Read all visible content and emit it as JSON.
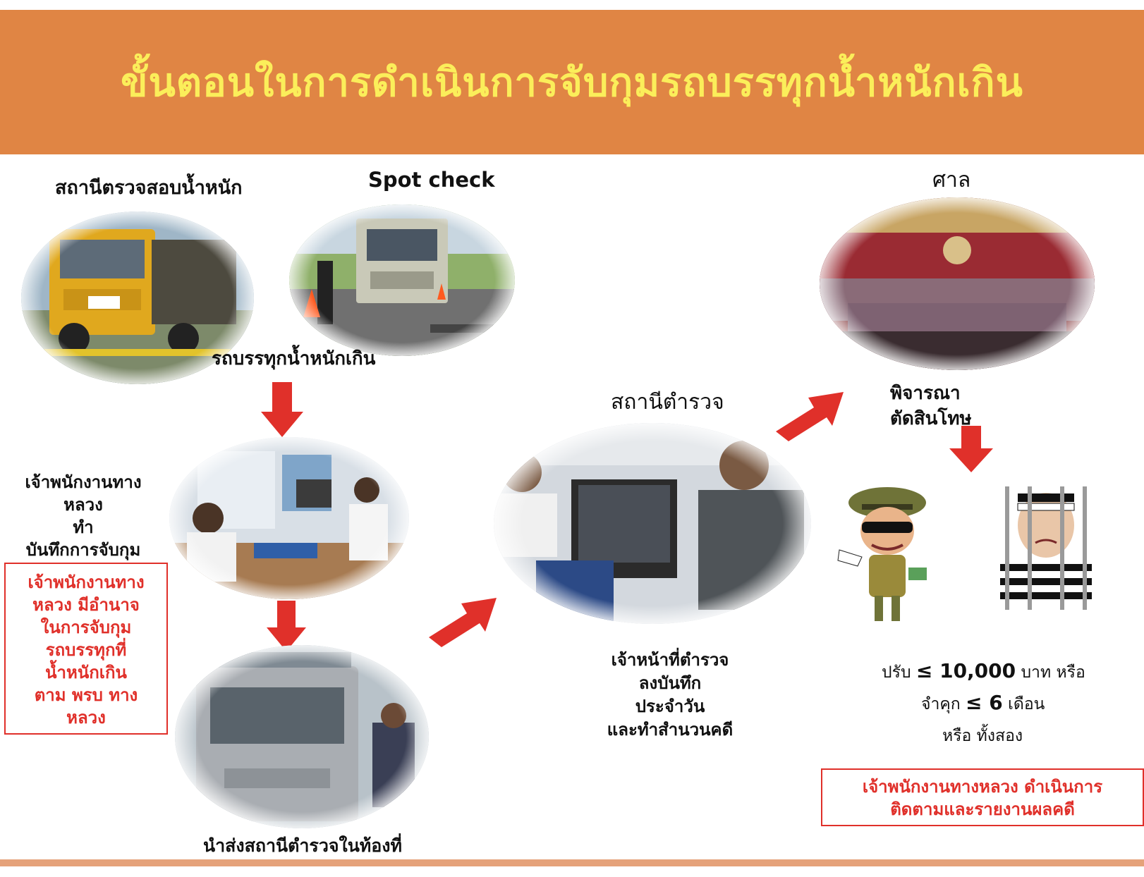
{
  "header": {
    "title": "ขั้นตอนในการดำเนินการจับกุมรถบรรทุกน้ำหนักเกิน"
  },
  "stations": {
    "weigh_station": "สถานีตรวจสอบน้ำหนัก",
    "spot_check": "Spot check",
    "overweight_truck": "รถบรรทุกน้ำหนักเกิน"
  },
  "officer": {
    "lines": [
      "เจ้าพนักงานทาง",
      "หลวง",
      "ทำ",
      "บันทึกการจับกุม"
    ],
    "authority_lines": [
      "เจ้าพนักงานทาง",
      "หลวง มีอำนาจ",
      "ในการจับกุม",
      "รถบรรทุกที่",
      "น้ำหนักเกิน",
      "ตาม พรบ ทาง",
      "หลวง"
    ]
  },
  "delivery": {
    "label": "นำส่งสถานีตำรวจในท้องที่"
  },
  "police": {
    "title": "สถานีตำรวจ",
    "lines": [
      "เจ้าหน้าที่ตำรวจ",
      "ลงบันทึก",
      "ประจำวัน",
      "และทำสำนวนคดี"
    ]
  },
  "court": {
    "title": "ศาล",
    "verdict_lines": [
      "พิจารณา",
      "ตัดสินโทษ"
    ]
  },
  "penalty": {
    "line1_prefix": "ปรับ",
    "line1_value": "≤ 10,000",
    "line1_suffix": "บาท หรือ",
    "line2_prefix": "จำคุก",
    "line2_value": "≤ 6",
    "line2_suffix": "เดือน",
    "line3": "หรือ ทั้งสอง"
  },
  "followup": {
    "line1": "เจ้าพนักงานทางหลวง ดำเนินการ",
    "line2": "ติดตามและรายงานผลคดี"
  },
  "colors": {
    "banner": "#e08544",
    "title": "#fbee5a",
    "arrow": "#e0302a",
    "alert_text": "#e0302a"
  }
}
